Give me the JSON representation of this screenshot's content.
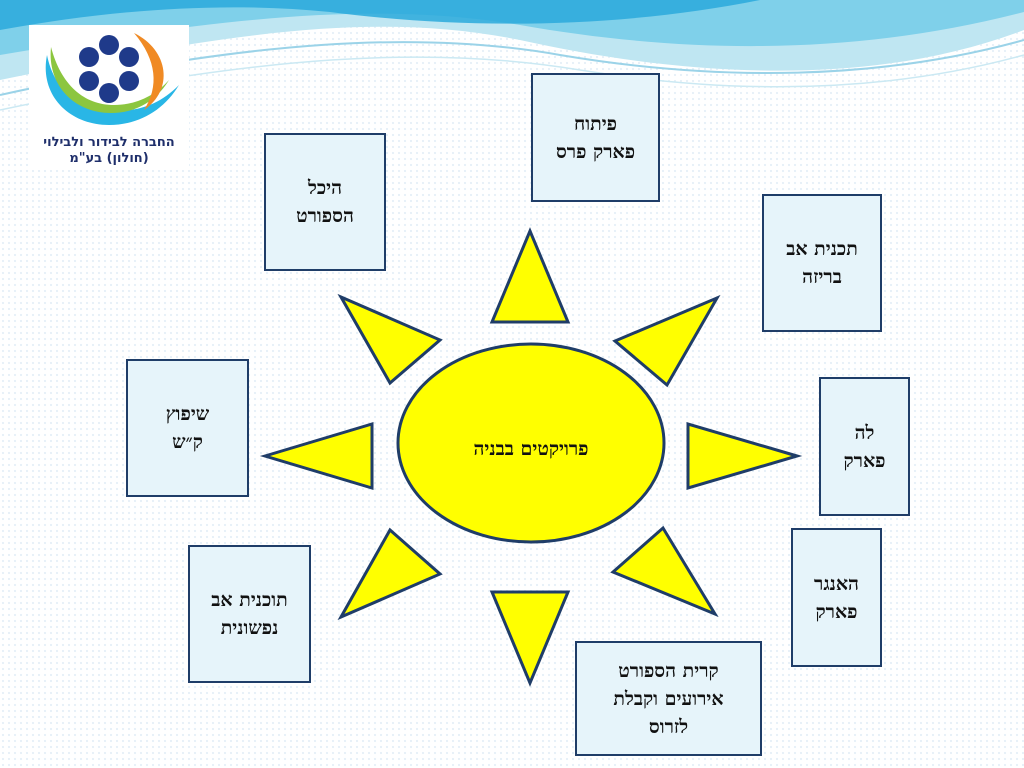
{
  "logo": {
    "line1": "החברה לבידור ולבילוי",
    "line2": "(חולון) בע\"מ",
    "colors": {
      "navy": "#1f3a8a",
      "orange": "#f08a24",
      "green": "#8cc63f",
      "cyan": "#29b6e6"
    }
  },
  "center": {
    "label": "פרויקטים בבניה",
    "fill": "#ffff00",
    "stroke": "#1f3d68"
  },
  "projects": [
    {
      "id": "paris-park",
      "lines": [
        "פיתוח",
        "פארק פרס"
      ]
    },
    {
      "id": "sports-hall",
      "lines": [
        "היכל",
        "הספורט"
      ]
    },
    {
      "id": "breeze-plan",
      "lines": [
        "תכנית אב",
        "בריזה"
      ]
    },
    {
      "id": "la-park",
      "lines": [
        "לה",
        "פארק"
      ]
    },
    {
      "id": "kash-renovation",
      "lines": [
        "שיפוץ",
        "ק״ש"
      ]
    },
    {
      "id": "hangar-park",
      "lines": [
        "האנגר",
        "פארק"
      ]
    },
    {
      "id": "nafshonit-plan",
      "lines": [
        "תוכנית אב",
        "נפשונית"
      ]
    },
    {
      "id": "sports-city",
      "lines": [
        "קרית הספורט",
        "אירועים וקבלת",
        "לזרוס"
      ]
    }
  ]
}
